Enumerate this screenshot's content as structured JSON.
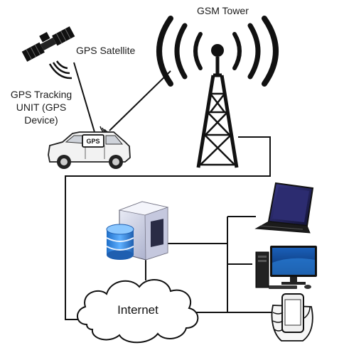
{
  "labels": {
    "gsm_tower": "GSM Tower",
    "gps_satellite": "GPS Satellite",
    "gps_unit_line1": "GPS Tracking",
    "gps_unit_line2": "UNIT (GPS",
    "gps_unit_line3": "Device)",
    "gps_badge": "GPS",
    "internet": "Internet"
  },
  "icons": [
    "satellite-icon",
    "gsm-tower-icon",
    "car-icon",
    "server-icon",
    "database-icon",
    "cloud-icon",
    "laptop-icon",
    "desktop-computer-icon",
    "smartphone-icon"
  ]
}
